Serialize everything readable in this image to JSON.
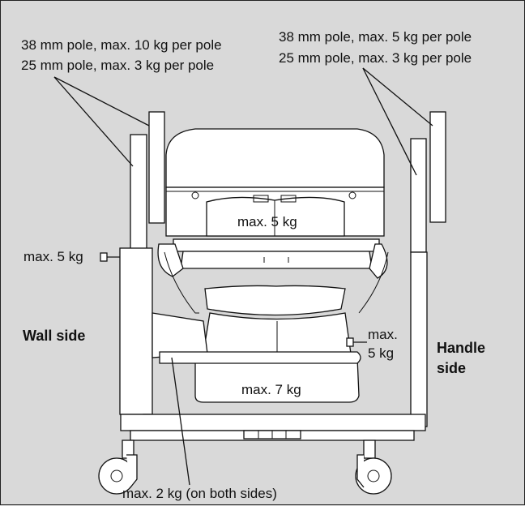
{
  "labels": {
    "left_pole_line1": "38 mm pole, max. 10 kg per pole",
    "left_pole_line2": "25 mm pole, max. 3 kg per pole",
    "right_pole_line1": "38 mm pole, max. 5 kg per pole",
    "right_pole_line2": "25 mm pole, max. 3 kg per pole",
    "tray_top": "max. 5 kg",
    "side_hook": "max. 5 kg",
    "right_hook_line1": "max.",
    "right_hook_line2": "5 kg",
    "basket": "max. 7 kg",
    "rails": "max. 2 kg (on both sides)",
    "wall_side_line1": "Wall side",
    "handle_side_line1": "Handle",
    "handle_side_line2": "side"
  }
}
